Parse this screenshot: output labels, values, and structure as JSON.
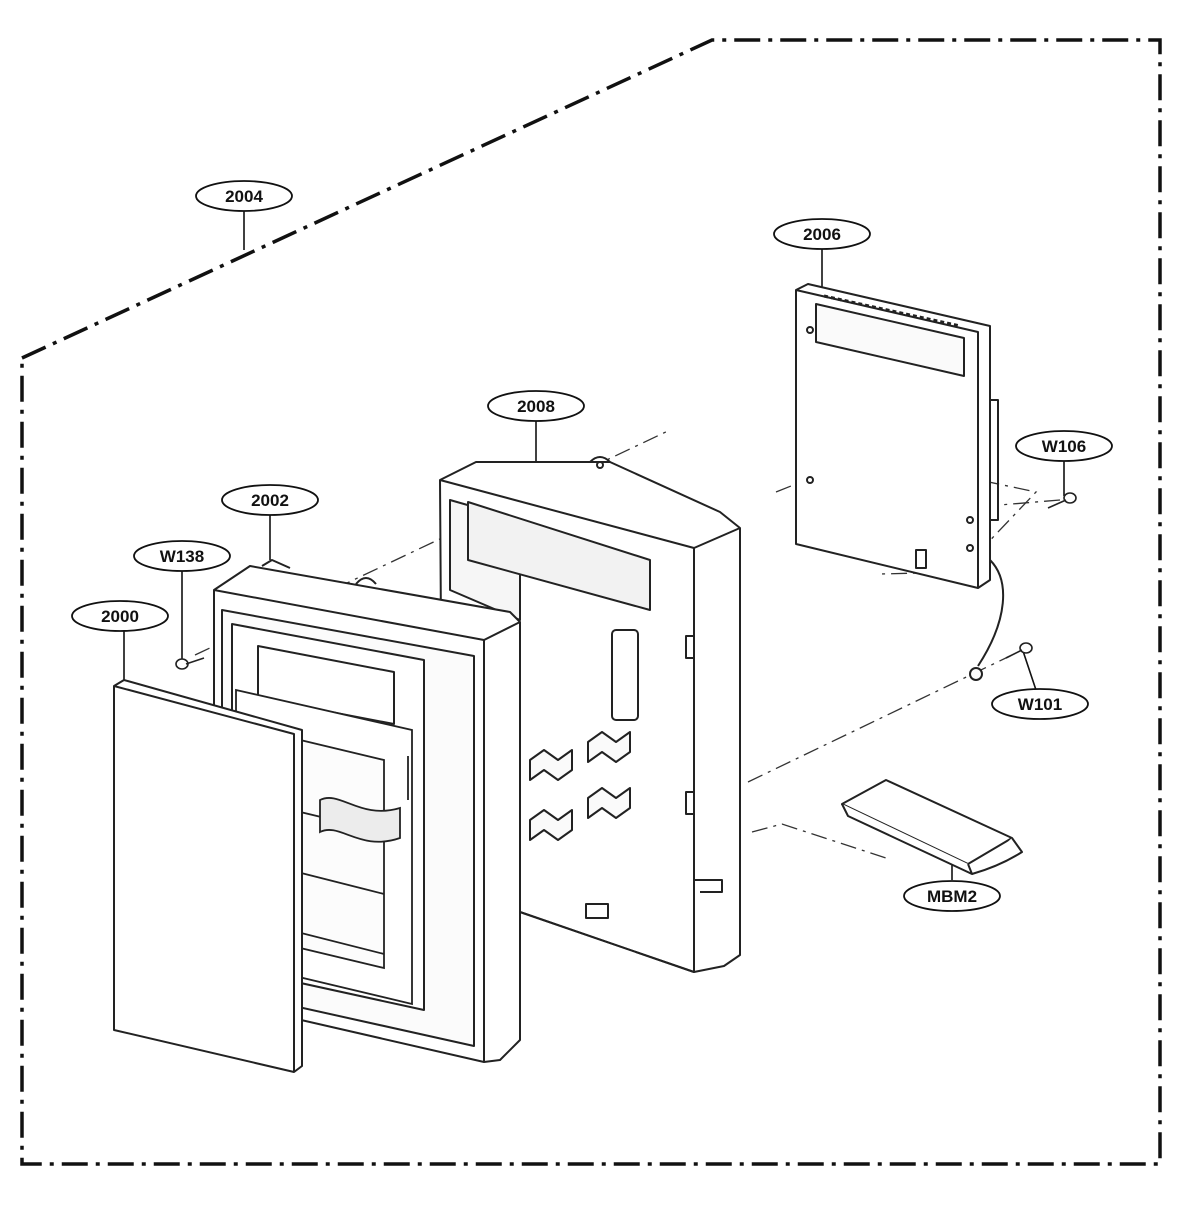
{
  "diagram": {
    "part_labels": {
      "p2004": "2004",
      "p2006": "2006",
      "p2008": "2008",
      "p2002": "2002",
      "pW138": "W138",
      "p2000": "2000",
      "pW106": "W106",
      "pW101": "W101",
      "pMBM2": "MBM2"
    }
  }
}
